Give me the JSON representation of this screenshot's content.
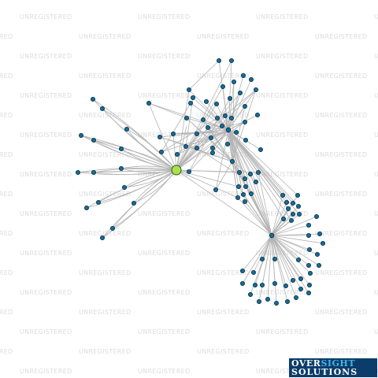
{
  "watermark": {
    "text": "UNREGISTERED"
  },
  "logo": {
    "word1": "OVER",
    "word2": "SIGHT",
    "line2": "SOLUTIONS"
  },
  "colors": {
    "node": "#0f6e9e",
    "focus_node": "#a6e24a",
    "edge": "#b3b3b3",
    "watermark": "#dcdcdc",
    "logo_bg": "#0b3d6b"
  }
}
